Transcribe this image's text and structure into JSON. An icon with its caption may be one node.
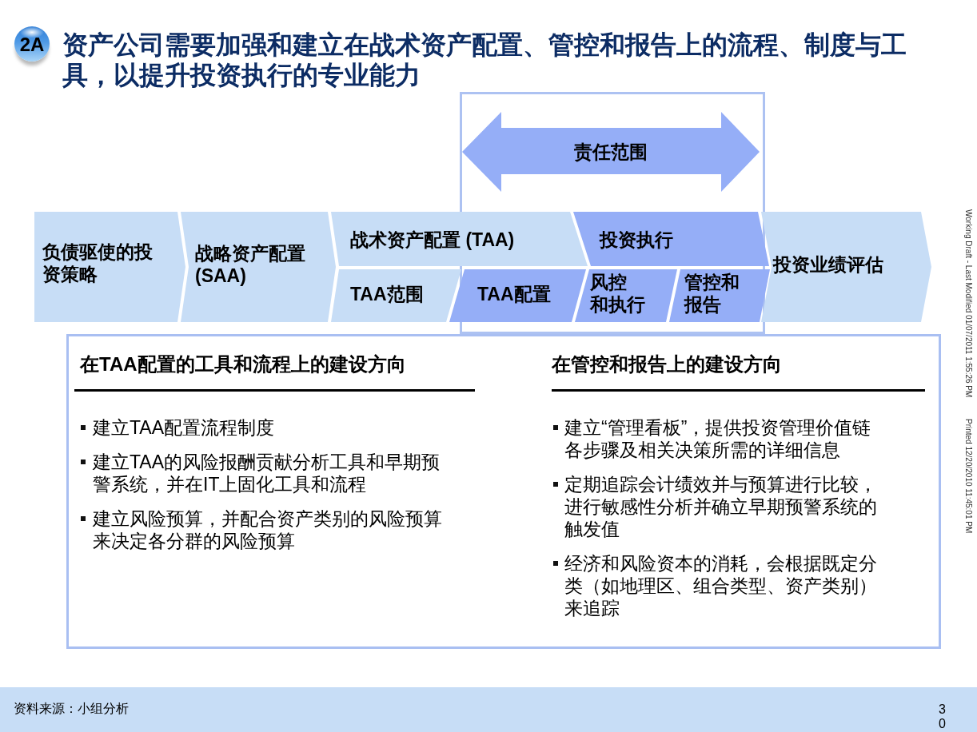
{
  "diagram": {
    "title": "资产公司需要加强和建立在战术资产配置、管控和报告上的流程、制度与工具，以提升投资执行的专业能力",
    "nodes": [
      {
        "text": [
          "2A"
        ]
      },
      {
        "text": [
          "责任范围"
        ]
      },
      {
        "text": [
          "负债驱使的投资策略"
        ]
      },
      {
        "text": [
          "战略资产配置 (SAA)"
        ]
      },
      {
        "text": [
          "战术资产配置 (TAA)"
        ]
      },
      {
        "text": [
          "投资执行"
        ]
      },
      {
        "text": [
          "投资业绩评估"
        ]
      },
      {
        "text": [
          "TAA范围"
        ]
      },
      {
        "text": [
          "TAA配置"
        ]
      },
      {
        "text": [
          "风控和执行"
        ]
      },
      {
        "text": [
          "管控和报告"
        ]
      },
      {
        "text": [
          "在TAA配置的工具和流程上的建设方向",
          "建立TAA配置流程制度",
          "建立TAA的风险报酬贡献分析工具和早期预警系统，并在IT上固化工具和流程",
          "建立风险预算，并配合资产类别的风险预算来决定各分群的风险预算",
          "在管控和报告上的建设方向",
          "建立“管理看板”，提供投资管理价值链各步骤及相关决策所需的详细信息",
          "定期追踪会计绩效并与预算进行比较，进行敏感性分析并确立早期预警系统的触发值",
          "经济和风险资本的消耗，会根据既定分类（如地理区、组合类型、资产类别）来追踪"
        ]
      }
    ],
    "labels": [
      "Working Draft - Last Modified 01/07/2011 1:55:26 PM",
      "Printed 12/20/2010 11:45:01 PM",
      "资料来源：小组分析",
      "30"
    ]
  }
}
